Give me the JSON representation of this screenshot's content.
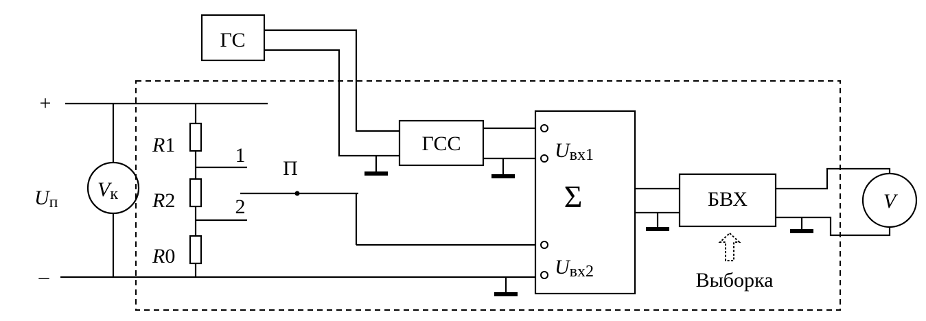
{
  "blocks": {
    "gs": "ГС",
    "gss": "ГСС",
    "sum": "Σ",
    "bvh": "БВХ"
  },
  "labels": {
    "plus": "+",
    "minus": "–",
    "u_p": "U",
    "u_p_sub": "п",
    "vk": "V",
    "vk_sub": "к",
    "r1": "R",
    "r1_idx": "1",
    "r2": "R",
    "r2_idx": "2",
    "r0": "R",
    "r0_idx": "0",
    "tap1": "1",
    "tap2": "2",
    "switch_p": "П",
    "u_in1": "U",
    "u_in1_sub": "вх1",
    "u_in2": "U",
    "u_in2_sub": "вх2",
    "v_meter": "V",
    "sample": "Выборка"
  }
}
